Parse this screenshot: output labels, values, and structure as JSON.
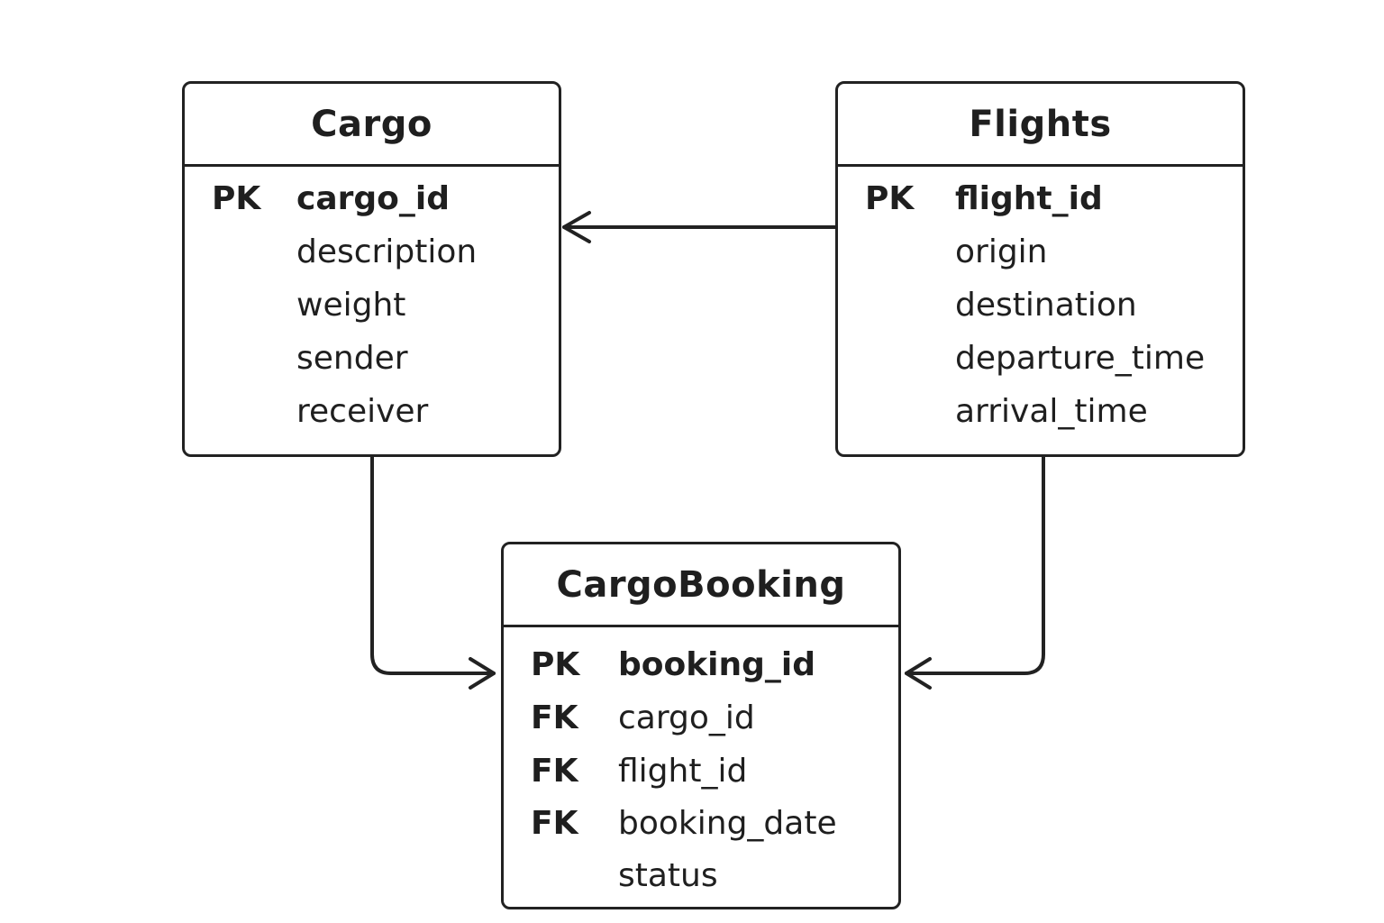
{
  "entities": [
    {
      "id": "cargo",
      "name": "Cargo",
      "attributes": [
        {
          "key": "PK",
          "name": "cargo_id"
        },
        {
          "key": "",
          "name": "description"
        },
        {
          "key": "",
          "name": "weight"
        },
        {
          "key": "",
          "name": "sender"
        },
        {
          "key": "",
          "name": "receiver"
        }
      ]
    },
    {
      "id": "flights",
      "name": "Flights",
      "attributes": [
        {
          "key": "PK",
          "name": "flight_id"
        },
        {
          "key": "",
          "name": "origin"
        },
        {
          "key": "",
          "name": "destination"
        },
        {
          "key": "",
          "name": "departure_time"
        },
        {
          "key": "",
          "name": "arrival_time"
        }
      ]
    },
    {
      "id": "cargobooking",
      "name": "CargoBooking",
      "attributes": [
        {
          "key": "PK",
          "name": "booking_id"
        },
        {
          "key": "FK",
          "name": "cargo_id"
        },
        {
          "key": "FK",
          "name": "flight_id"
        },
        {
          "key": "FK",
          "name": "booking_date"
        },
        {
          "key": "",
          "name": "status"
        }
      ]
    }
  ],
  "relationships": [
    {
      "from": "flights",
      "to": "cargo"
    },
    {
      "from": "cargo",
      "to": "cargobooking"
    },
    {
      "from": "flights",
      "to": "cargobooking"
    }
  ],
  "colors": {
    "stroke": "#222222",
    "text": "#1f1f1f",
    "background": "#ffffff"
  }
}
